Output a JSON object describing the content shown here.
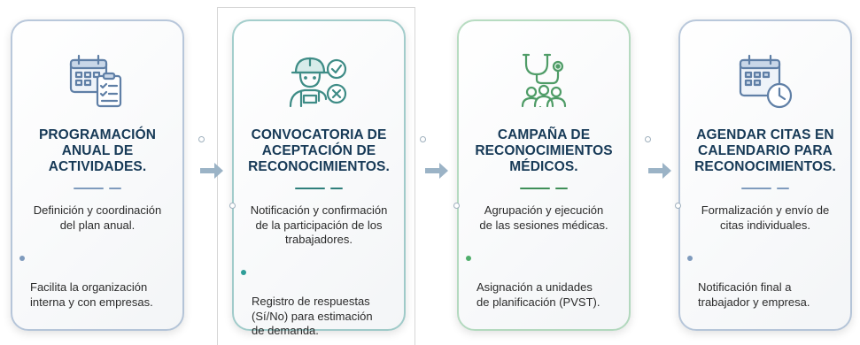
{
  "accent_colors": [
    "#7f9bbd",
    "#5aa6a2",
    "#7cbf8e",
    "#7f9bbd"
  ],
  "steps": [
    {
      "icon": "calendar-checklist-icon",
      "title": "PROGRAMACIÓN\nANUAL DE\nACTIVIDADES.",
      "description": "Definición y coordinación\ndel plan anual.",
      "bullet": "Facilita la organización\ninterna y con empresas."
    },
    {
      "icon": "worker-check-cross-icon",
      "title": "CONVOCATORIA DE\nACEPTACIÓN DE\nRECONOCIMIENTOS.",
      "description": "Notificación y confirmación\nde la participación de los\ntrabajadores.",
      "bullet": "Registro de respuestas\n(Sí/No) para estimación\nde demanda."
    },
    {
      "icon": "stethoscope-group-icon",
      "title": "CAMPAÑA DE\nRECONOCIMIENTOS\nMÉDICOS.",
      "description": "Agrupación y ejecución\nde las sesiones médicas.",
      "bullet": "Asignación a unidades\nde planificación (PVST)."
    },
    {
      "icon": "calendar-clock-icon",
      "title": "AGENDAR CITAS EN\nCALENDARIO PARA\nRECONOCIMIENTOS.",
      "description": "Formalización y envío de\ncitas individuales.",
      "bullet": "Notificación final a\ntrabajador y empresa."
    }
  ]
}
